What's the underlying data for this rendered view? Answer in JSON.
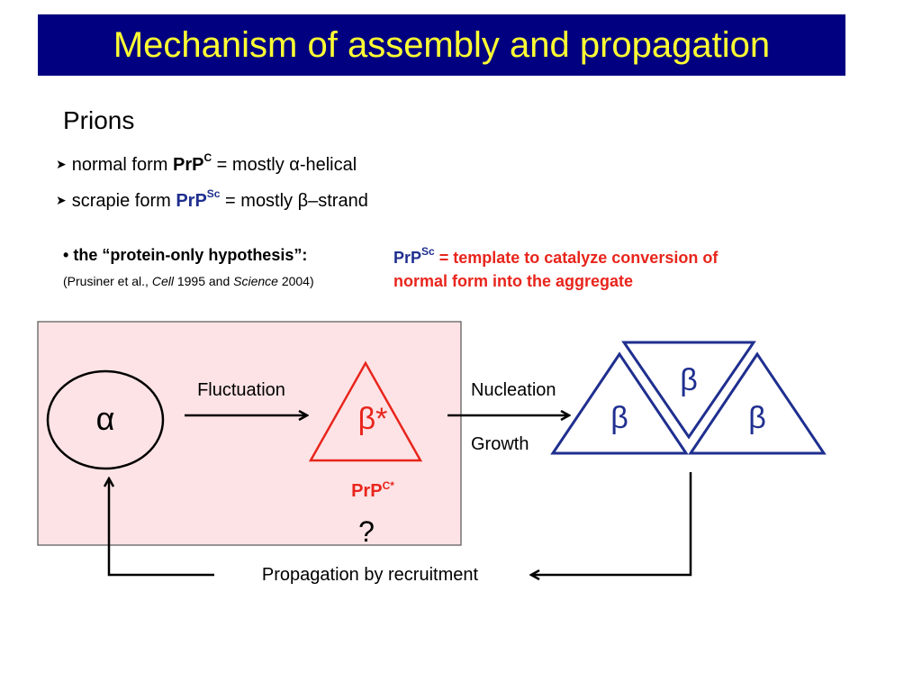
{
  "slide": {
    "title": "Mechanism of assembly and propagation",
    "subtitle": "Prions"
  },
  "bullets": [
    {
      "prefix": "normal form ",
      "term_base": "PrP",
      "term_sup": "C",
      "suffix": " = mostly α-helical"
    },
    {
      "prefix": "scrapie form ",
      "term_base": "PrP",
      "term_sup": "Sc",
      "suffix": " = mostly β–strand"
    }
  ],
  "hypothesis": {
    "bullet": "•",
    "label": "the “protein-only hypothesis”:",
    "citation_prefix": "(Prusiner et al., ",
    "citation_journal1": "Cell",
    "citation_mid": " 1995 and ",
    "citation_journal2": "Science",
    "citation_suffix": " 2004)"
  },
  "template_note": {
    "term_base": "PrP",
    "term_sup": "Sc",
    "text": " = template to catalyze conversion of normal form into the aggregate"
  },
  "diagram": {
    "alpha_symbol": "α",
    "fluctuation_label": "Fluctuation",
    "beta_star_symbol": "β*",
    "prpc_star_base": "PrP",
    "prpc_star_sup": "C*",
    "question_mark": "?",
    "nucleation_label": "Nucleation",
    "growth_label": "Growth",
    "beta_symbols": [
      "β",
      "β",
      "β"
    ],
    "propagation_label": "Propagation by recruitment"
  },
  "colors": {
    "title_bg": "#000080",
    "title_text": "#ffff33",
    "navy": "#1f2f8f",
    "red": "#e8251c",
    "pink_box": "#fde3e5"
  }
}
